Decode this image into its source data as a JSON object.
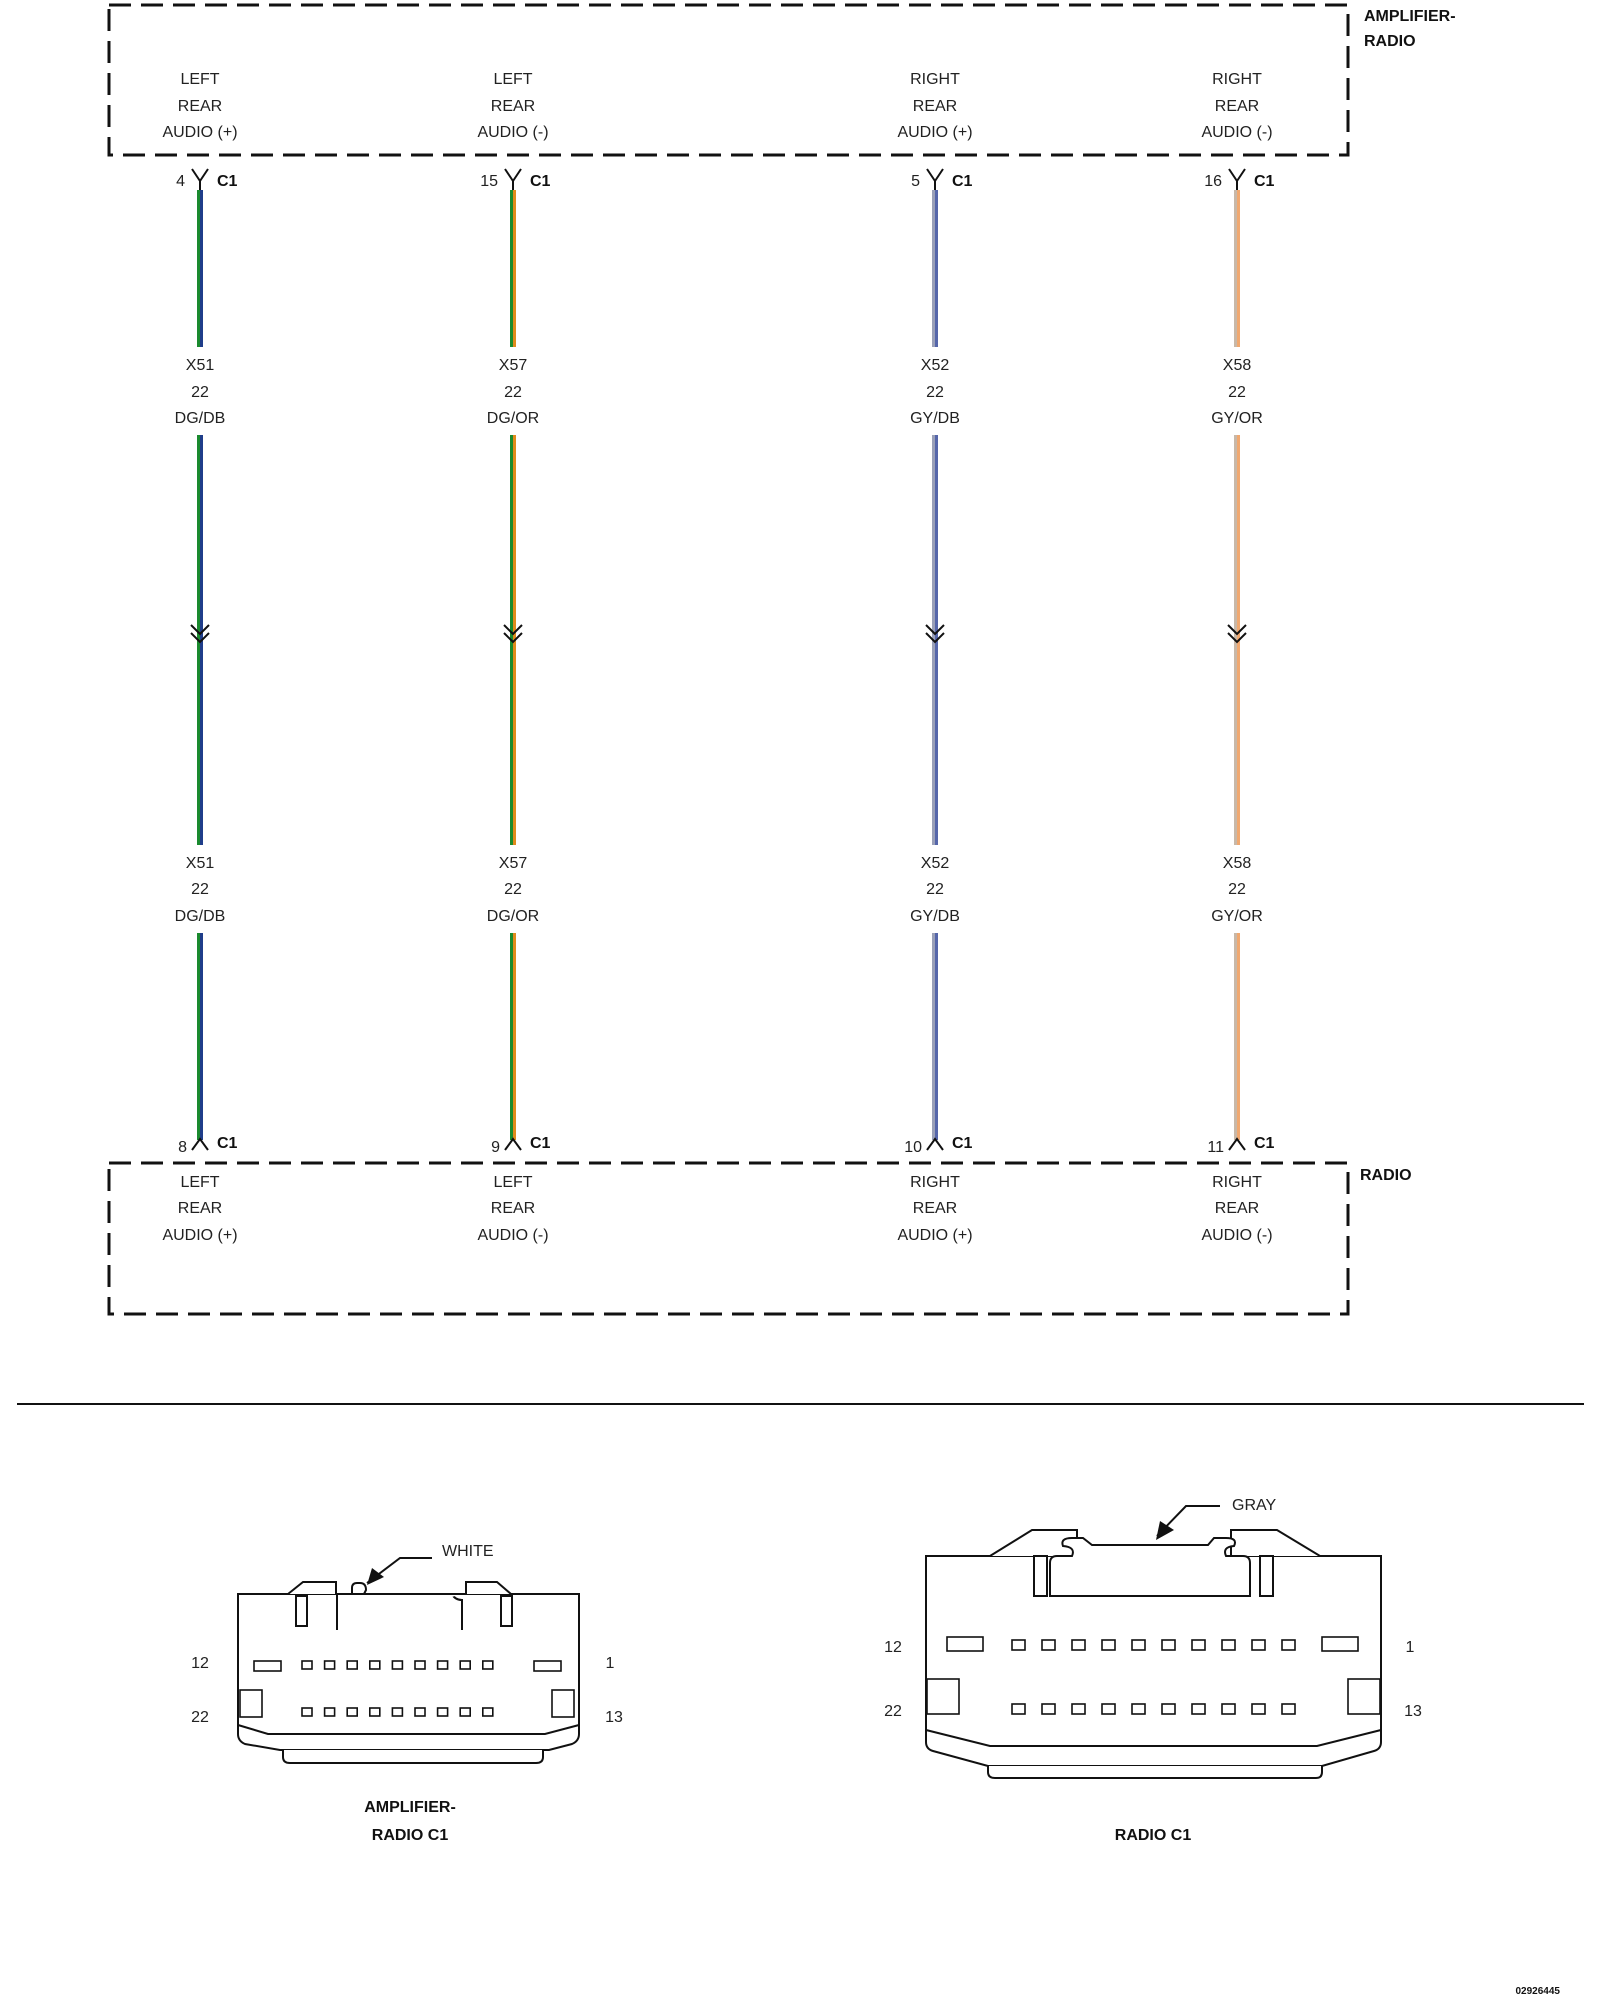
{
  "modules": {
    "top": {
      "name_lines": [
        "AMPLIFIER-",
        "RADIO"
      ]
    },
    "bottom": {
      "name_lines": [
        "RADIO"
      ]
    }
  },
  "circuits": [
    {
      "function_lines": [
        "LEFT",
        "REAR",
        "AUDIO (+)"
      ],
      "top_pin": "4",
      "bottom_pin": "8",
      "connector": "C1",
      "wire_id": "X51",
      "gauge": "22",
      "color_code": "DG/DB",
      "colors": [
        "#1a8a2e",
        "#1f3d8a"
      ]
    },
    {
      "function_lines": [
        "LEFT",
        "REAR",
        "AUDIO (-)"
      ],
      "top_pin": "15",
      "bottom_pin": "9",
      "connector": "C1",
      "wire_id": "X57",
      "gauge": "22",
      "color_code": "DG/OR",
      "colors": [
        "#1a8a2e",
        "#e08a1c"
      ]
    },
    {
      "function_lines": [
        "RIGHT",
        "REAR",
        "AUDIO (+)"
      ],
      "top_pin": "5",
      "bottom_pin": "10",
      "connector": "C1",
      "wire_id": "X52",
      "gauge": "22",
      "color_code": "GY/DB",
      "colors": [
        "#9aa0b8",
        "#5566aa"
      ]
    },
    {
      "function_lines": [
        "RIGHT",
        "REAR",
        "AUDIO (-)"
      ],
      "top_pin": "16",
      "bottom_pin": "11",
      "connector": "C1",
      "wire_id": "X58",
      "gauge": "22",
      "color_code": "GY/OR",
      "colors": [
        "#c8b8a8",
        "#f0a870"
      ]
    }
  ],
  "connector_views": [
    {
      "color_label": "WHITE",
      "pin_labels": {
        "top_left": "12",
        "top_right": "1",
        "bottom_left": "22",
        "bottom_right": "13"
      },
      "caption_lines": [
        "AMPLIFIER-",
        "RADIO C1"
      ]
    },
    {
      "color_label": "GRAY",
      "pin_labels": {
        "top_left": "12",
        "top_right": "1",
        "bottom_left": "22",
        "bottom_right": "13"
      },
      "caption_lines": [
        "RADIO C1"
      ]
    }
  ],
  "figure_id": "02926445"
}
